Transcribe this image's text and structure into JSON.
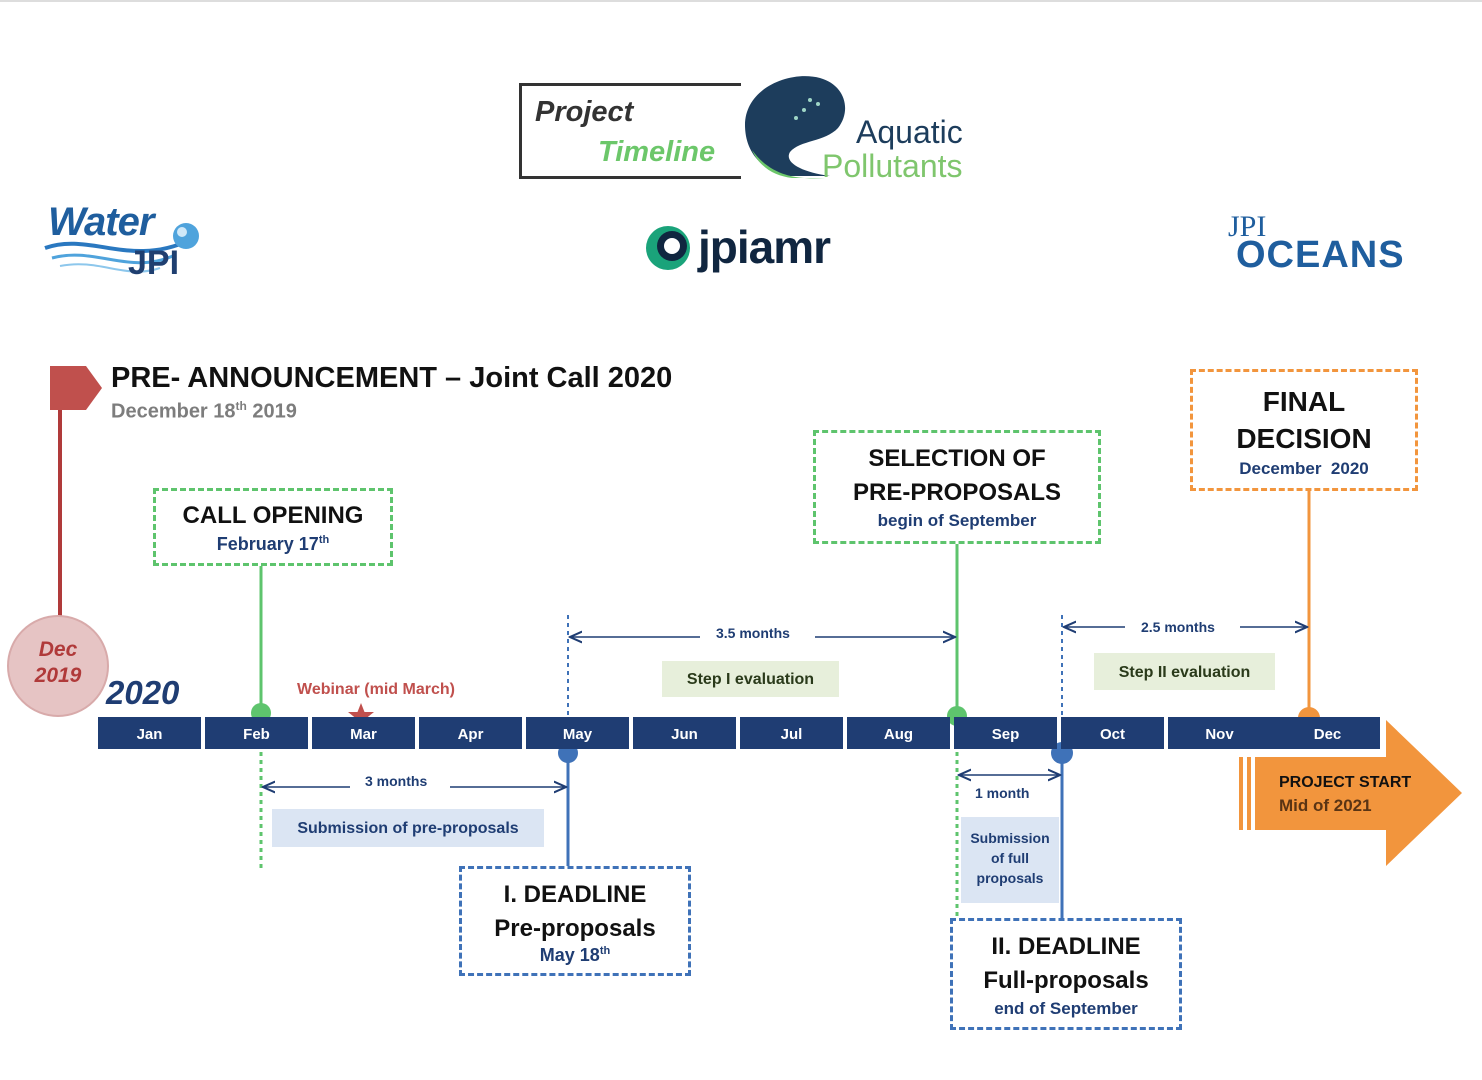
{
  "logos": {
    "project_timeline": {
      "line1": "Project",
      "line2": "Timeline"
    },
    "aquatic_pollutants": {
      "line1": "Aquatic",
      "line2": "Pollutants"
    },
    "water_jpi": {
      "line1": "Water",
      "line2": "JPI"
    },
    "jpiamr": {
      "text": "jpiamr"
    },
    "jpi_oceans": {
      "line1": "JPI",
      "line2": "OCEANS"
    }
  },
  "pre_announcement": {
    "title": "PRE- ANNOUNCEMENT – Joint Call 2020",
    "date_prefix": "December 18",
    "date_sup": "th",
    "date_suffix": " 2019"
  },
  "start_marker": {
    "line1": "Dec",
    "line2": "2019"
  },
  "year_label": "2020",
  "months": [
    "Jan",
    "Feb",
    "Mar",
    "Apr",
    "May",
    "Jun",
    "Jul",
    "Aug",
    "Sep",
    "Oct",
    "Nov",
    "Dec"
  ],
  "webinar": "Webinar (mid March)",
  "call_opening": {
    "title": "CALL OPENING",
    "date": "February 17",
    "date_sup": "th"
  },
  "deadline1": {
    "title": "I. DEADLINE",
    "subtitle": "Pre-proposals",
    "date": "May 18",
    "date_sup": "th"
  },
  "selection": {
    "line1": "SELECTION OF",
    "line2": "PRE-PROPOSALS",
    "date": "begin of September"
  },
  "deadline2": {
    "title": "II. DEADLINE",
    "subtitle": "Full-proposals",
    "date": "end of September"
  },
  "final_decision": {
    "line1": "FINAL",
    "line2": "DECISION",
    "date": "December  2020"
  },
  "durations": {
    "d1": "3 months",
    "d2": "3.5 months",
    "d3": "1 month",
    "d4": "2.5 months"
  },
  "phases": {
    "submission_pre": "Submission of pre-proposals",
    "step1": "Step I evaluation",
    "step2": "Step II evaluation",
    "submission_full": {
      "l1": "Submission",
      "l2": "of full",
      "l3": "proposals"
    }
  },
  "project_start": {
    "line1": "PROJECT START",
    "line2": "Mid of 2021"
  },
  "colors": {
    "navy": "#1f3d73",
    "green": "#5ec46d",
    "blue": "#3f72b8",
    "orange": "#f2953d",
    "red": "#b03a3a"
  }
}
